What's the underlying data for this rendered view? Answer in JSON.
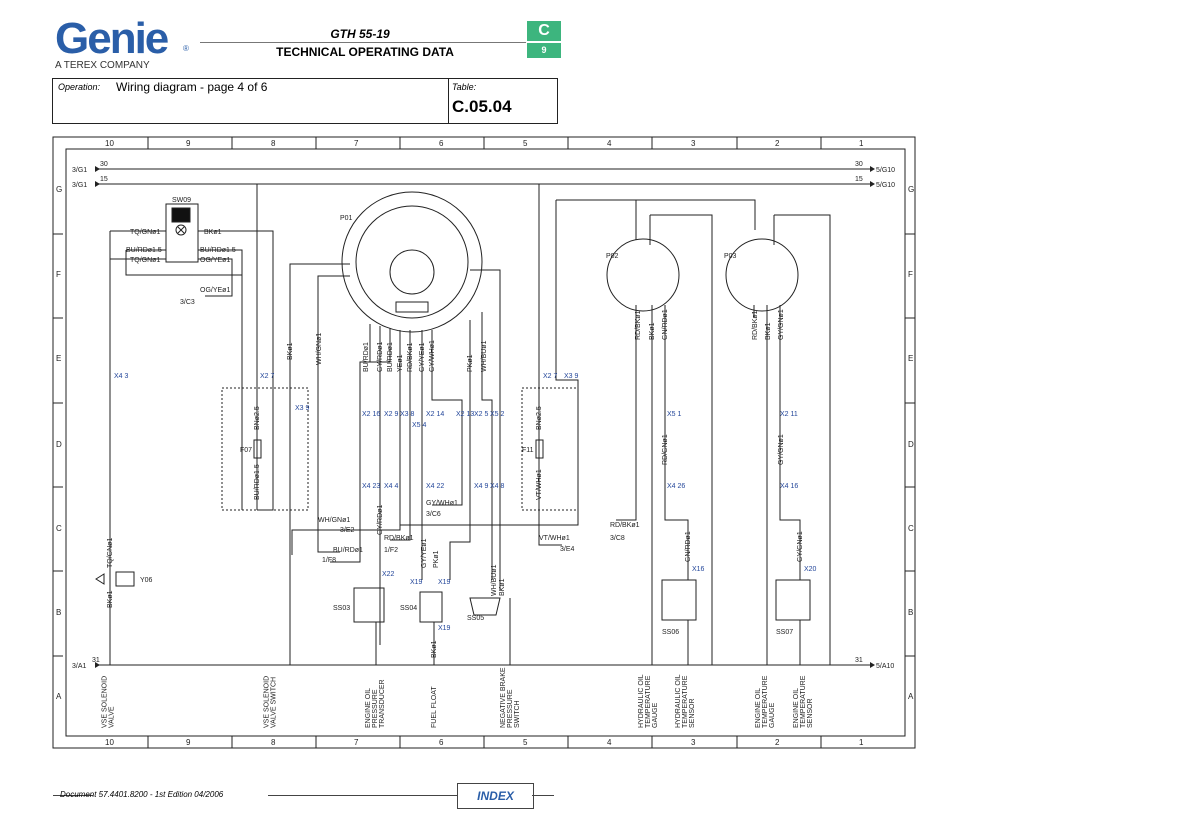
{
  "header": {
    "logo": "Genie",
    "reg": "®",
    "company": "A TEREX COMPANY",
    "model": "GTH 55-19",
    "section_title": "TECHNICAL OPERATING DATA",
    "section_letter": "C",
    "section_number": "9"
  },
  "operation": {
    "label": "Operation:",
    "value": "Wiring diagram - page 4 of 6",
    "table_label": "Table:",
    "table_value": "C.05.04"
  },
  "grid": {
    "columns": [
      "10",
      "9",
      "8",
      "7",
      "6",
      "5",
      "4",
      "3",
      "2",
      "1"
    ],
    "rows": [
      "G",
      "F",
      "E",
      "D",
      "C",
      "B",
      "A"
    ]
  },
  "bus": {
    "l30": "3/G1",
    "n30": "30",
    "r30": "5/G10",
    "l15": "3/G1",
    "n15": "15",
    "r15": "5/G10",
    "l31": "3/A1",
    "n31": "31",
    "r31": "5/A10"
  },
  "components": {
    "sw09": "SW09",
    "p01": "P01",
    "p02": "P02",
    "p03": "P03",
    "f07": "F07",
    "f11": "F11",
    "y06": "Y06",
    "ss03": "SS03",
    "ss04": "SS04",
    "ss05": "SS05",
    "ss06": "SS06",
    "ss07": "SS07"
  },
  "wires": [
    "TQ/GNø1",
    "BKø1",
    "BU/RDø1.5",
    "BU/RDø1.5",
    "TQ/GNø1",
    "OG/YEø1",
    "OG/YEø1",
    "3/C3",
    "BKø1",
    "WH/GNø1",
    "BU/RDø1",
    "GY/RDø1",
    "BU/RDø1",
    "YEø1",
    "RD/BKø1",
    "GY/YEø1",
    "GY/WHø1",
    "PKø1",
    "WH/BUø1",
    "BNø2.5",
    "BU/RDø1.5",
    "BNø2.5",
    "VT/WHø1",
    "RD/BKø1",
    "BKø1",
    "GN/RDø1",
    "RD/BKø1",
    "BKø1",
    "GY/GNø1",
    "RD/GNø1",
    "GY/GNø1",
    "GN/RDø1",
    "GY/GNø1",
    "TQ/GNø1",
    "BKø1",
    "GY/RDø1",
    "GY/YEø1",
    "PKø1",
    "WH/BUø1",
    "BKø1",
    "BKø1"
  ],
  "refs": [
    "WH/GNø1",
    "3/E2",
    "BU/RDø1",
    "1/F8",
    "RD/BKø1",
    "1/F2",
    "GY/WHø1",
    "3/C6",
    "VT/WHø1",
    "3/E4",
    "RD/BKø1",
    "3/C8"
  ],
  "connectors": [
    "X2 7",
    "X3 9",
    "X2 16",
    "X2 9",
    "X3 8",
    "X5 4",
    "X2 14",
    "X2 13",
    "X2 5",
    "X5 2",
    "X4 23",
    "X4 4",
    "X4 22",
    "X4 9",
    "X4 8",
    "X2 7",
    "X3 9",
    "X5 1",
    "X2 11",
    "X4 26",
    "X4 16",
    "X4 3",
    "X22",
    "X19",
    "X19",
    "X19",
    "X16",
    "X20"
  ],
  "bottom_labels": [
    [
      "VSE SOLENOID",
      "VALVE"
    ],
    [
      "VSE SOLENOID",
      "VALVE SWITCH"
    ],
    [
      "ENGINE OIL",
      "PRESSURE",
      "TRANSDUCER"
    ],
    [
      "FUEL FLOAT"
    ],
    [
      "NEGATIVE BRAKE",
      "PRESSURE",
      "SWITCH"
    ],
    [
      "HYDRAULIC OIL",
      "TEMPERATURE",
      "GAUGE"
    ],
    [
      "HYDRAULIC OIL",
      "TEMPERATURE",
      "SENSOR"
    ],
    [
      "ENGINE OIL",
      "TEMPERATURE",
      "GAUGE"
    ],
    [
      "ENGINE OIL",
      "TEMPERATURE",
      "SENSOR"
    ]
  ],
  "footer": {
    "document": "Document 57.4401.8200 - 1st Edition 04/2006",
    "index": "INDEX"
  }
}
